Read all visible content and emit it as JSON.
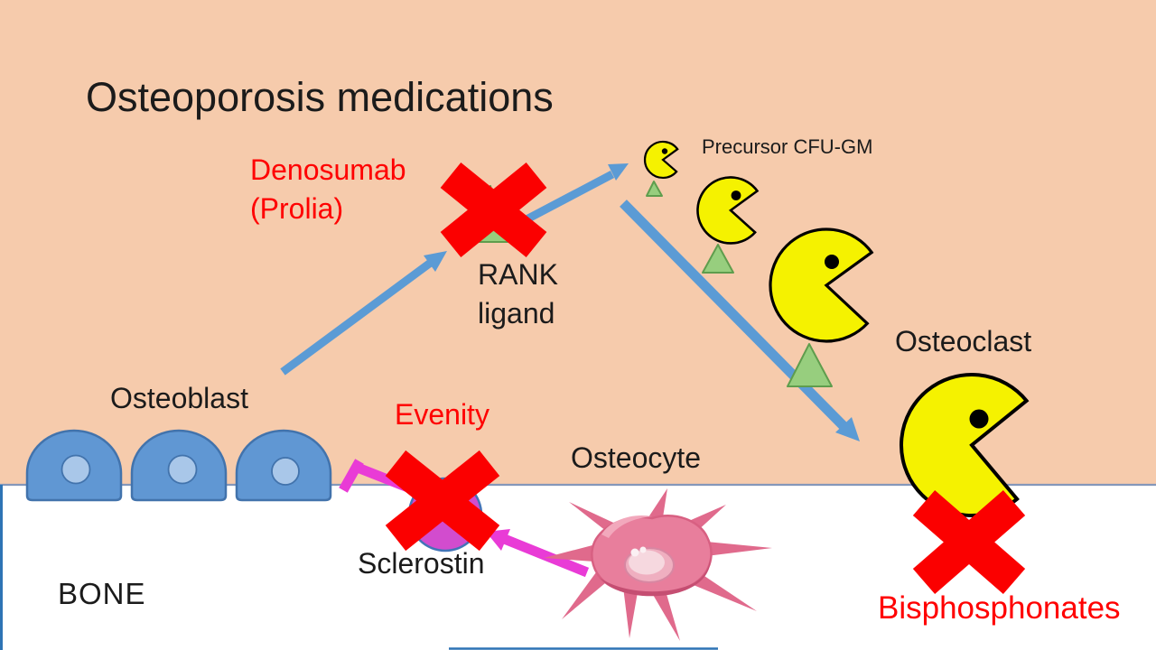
{
  "title": "Osteoporosis medications",
  "labels": {
    "osteoblast": "Osteoblast",
    "precursor": "Precursor CFU-GM",
    "osteoclast": "Osteoclast",
    "osteocyte": "Osteocyte",
    "bone": "BONE",
    "rank_line1": "RANK",
    "rank_line2": "ligand",
    "sclerostin": "Sclerostin"
  },
  "medications": {
    "denosumab_line1": "Denosumab",
    "denosumab_line2": "(Prolia)",
    "evenity": "Evenity",
    "bisphosphonates": "Bisphosphonates"
  },
  "colors": {
    "background_peach": "#F6CBAC",
    "bone_white": "#FFFFFF",
    "bone_edge_line": "#8497BA",
    "slide_edge_blue": "#2E74B5",
    "arrow_blue": "#5B9BD5",
    "osteoblast_cell_blue": "#6097D3",
    "cell_border_blue": "#4273AC",
    "nucleus_light_blue": "#A9C7E9",
    "rank_ligand_triangle_green": "#97CE7E",
    "triangle_border_green": "#5F9D4D",
    "osteoclast_yellow": "#F5F200",
    "outline_black": "#000000",
    "block_x_red": "#FB0000",
    "medication_text_red": "#FF0000",
    "sclerostin_arrow_magenta": "#E93BD6",
    "sclerostin_fill_magenta": "#D24CCE",
    "osteocyte_pink": "#E87E9C",
    "text_black": "#1B1B1B"
  }
}
